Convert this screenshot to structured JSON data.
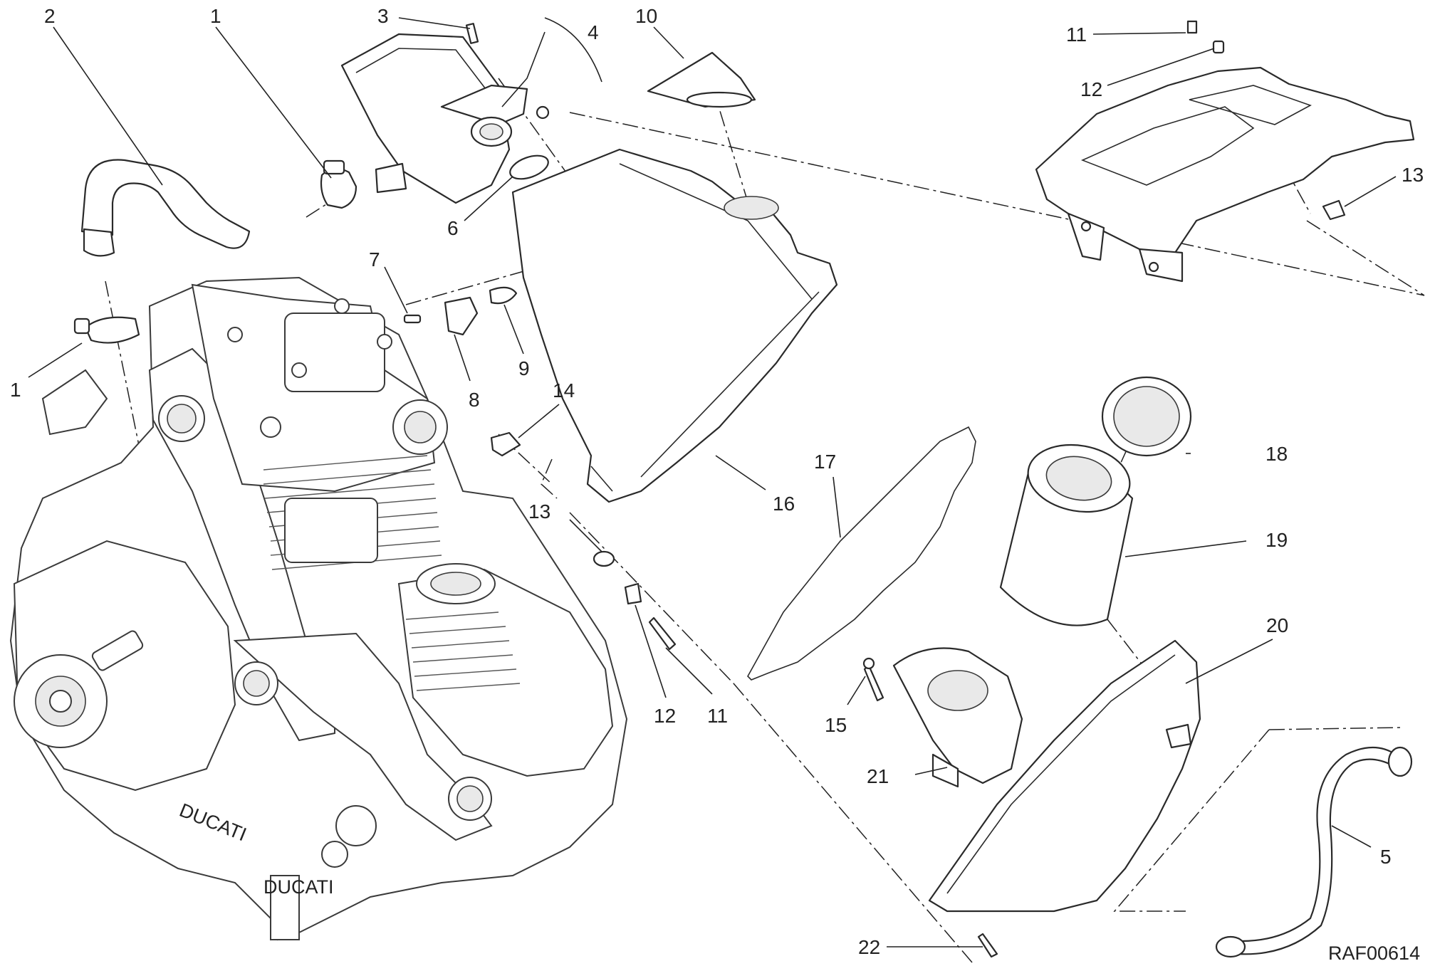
{
  "diagram": {
    "reference_code": "RAF00614",
    "callouts": [
      {
        "id": "c2",
        "label": "2"
      },
      {
        "id": "c1a",
        "label": "1"
      },
      {
        "id": "c3",
        "label": "3"
      },
      {
        "id": "c4",
        "label": "4"
      },
      {
        "id": "c10",
        "label": "10"
      },
      {
        "id": "c11a",
        "label": "11"
      },
      {
        "id": "c12a",
        "label": "12"
      },
      {
        "id": "c13a",
        "label": "13"
      },
      {
        "id": "c1b",
        "label": "1"
      },
      {
        "id": "c6",
        "label": "6"
      },
      {
        "id": "c7",
        "label": "7"
      },
      {
        "id": "c8",
        "label": "8"
      },
      {
        "id": "c9",
        "label": "9"
      },
      {
        "id": "c14",
        "label": "14"
      },
      {
        "id": "c13b",
        "label": "13"
      },
      {
        "id": "c16",
        "label": "16"
      },
      {
        "id": "c17",
        "label": "17"
      },
      {
        "id": "c18",
        "label": "18"
      },
      {
        "id": "c19",
        "label": "19"
      },
      {
        "id": "c20",
        "label": "20"
      },
      {
        "id": "c15",
        "label": "15"
      },
      {
        "id": "c21",
        "label": "21"
      },
      {
        "id": "c12b",
        "label": "12"
      },
      {
        "id": "c11b",
        "label": "11"
      },
      {
        "id": "c5",
        "label": "5"
      },
      {
        "id": "c22",
        "label": "22"
      }
    ],
    "brand_marks": [
      "DUCATI",
      "DUCATI"
    ]
  }
}
